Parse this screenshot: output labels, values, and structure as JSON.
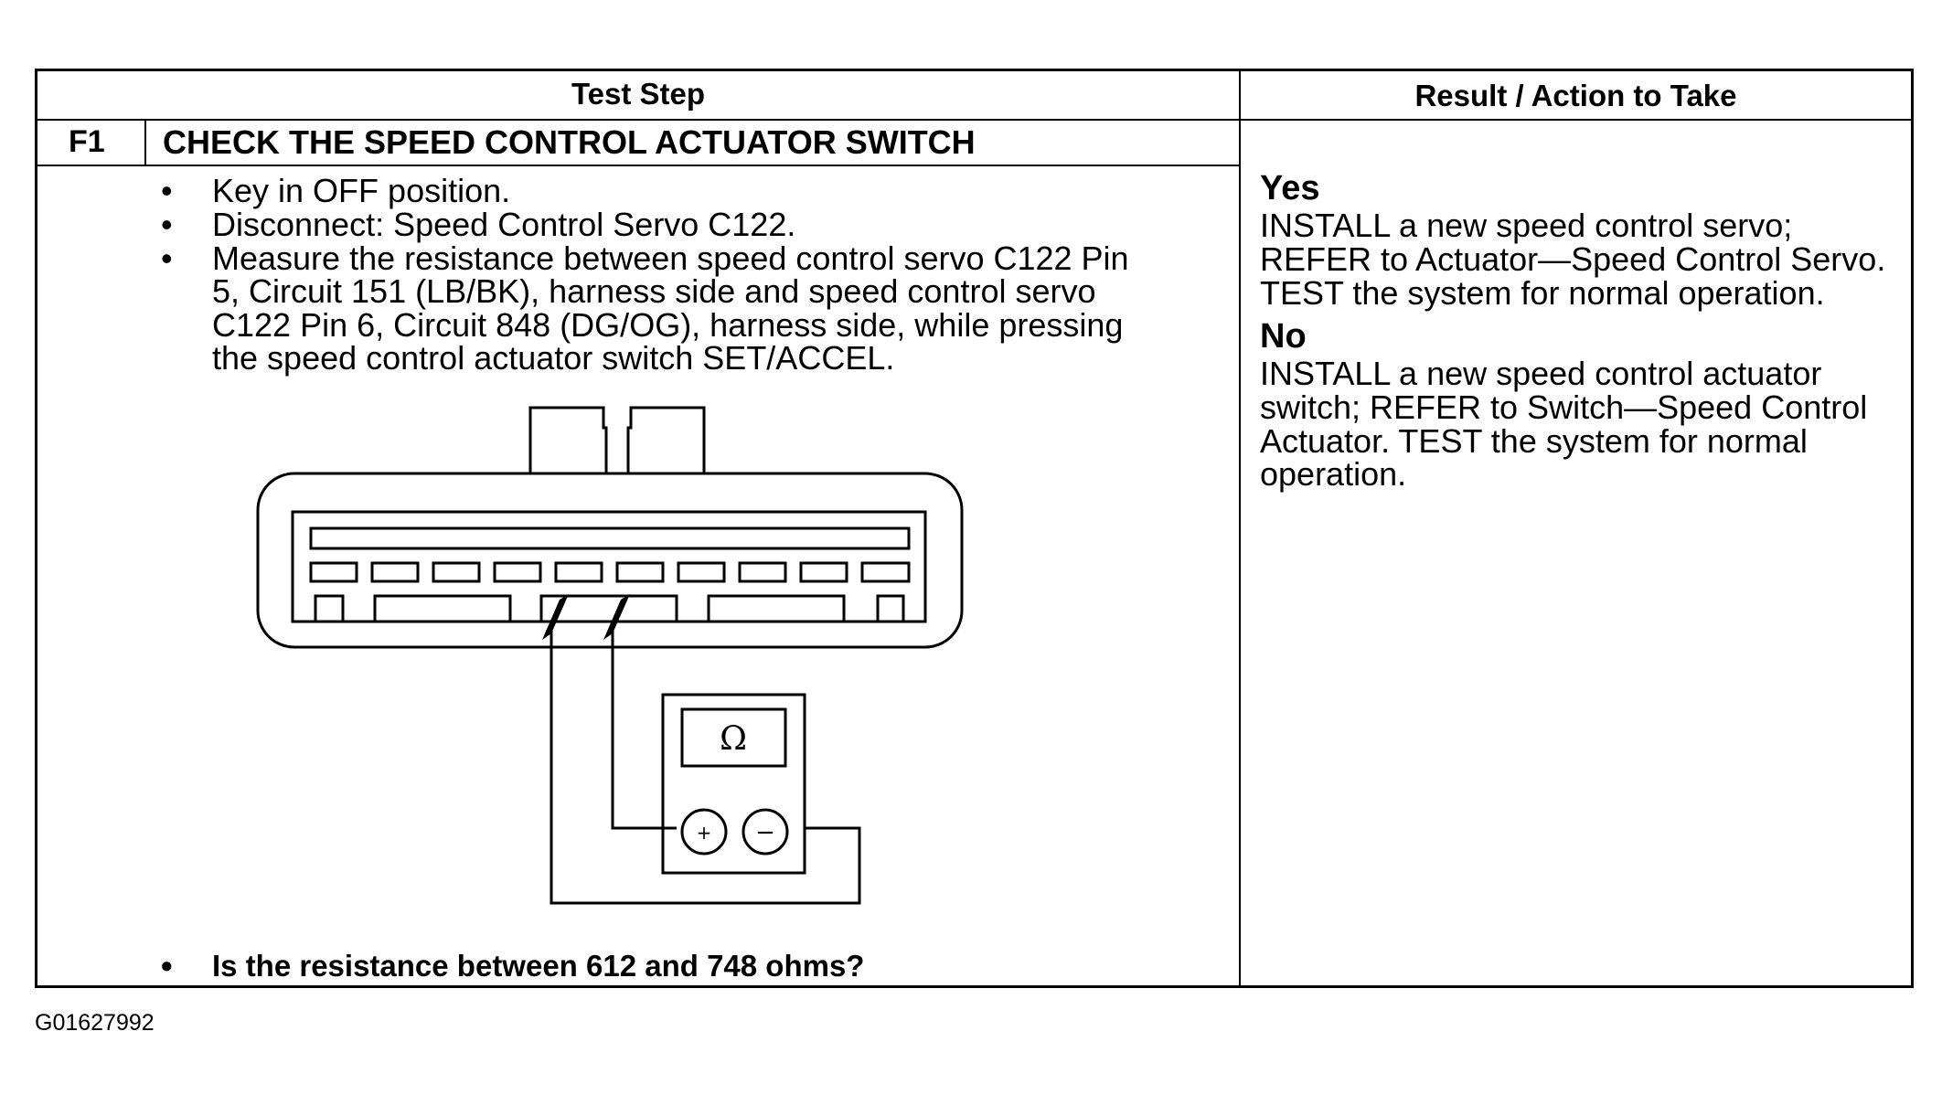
{
  "table": {
    "headers": {
      "test_step": "Test Step",
      "result_action": "Result / Action to Take"
    },
    "step_id": "F1",
    "step_title": "CHECK THE SPEED CONTROL ACTUATOR SWITCH",
    "instructions": [
      "Key in OFF position.",
      "Disconnect: Speed Control Servo C122.",
      "Measure the resistance between speed control servo C122 Pin 5, Circuit 151 (LB/BK), harness side and speed control servo C122 Pin 6, Circuit 848 (DG/OG), harness side, while pressing the speed control actuator switch SET/ACCEL."
    ],
    "instruction3_lines": [
      "Measure the resistance between speed control servo C122 Pin",
      "5, Circuit 151 (LB/BK), harness side and speed control servo",
      "C122 Pin 6, Circuit 848 (DG/OG), harness side, while pressing",
      "the speed control actuator switch SET/ACCEL."
    ],
    "question": "Is the resistance between 612 and 748 ohms?",
    "results": {
      "yes_label": "Yes",
      "yes_lines": [
        "INSTALL a new speed control servo;",
        "REFER to Actuator—Speed Control Servo.",
        "TEST the system for normal operation."
      ],
      "no_label": "No",
      "no_lines": [
        "INSTALL a new speed control actuator",
        "switch; REFER to Switch—Speed Control",
        "Actuator. TEST the system for normal",
        "operation."
      ]
    }
  },
  "diagram": {
    "meter_symbol": "Ω",
    "plus": "+",
    "minus": "−"
  },
  "figure_id": "G01627992"
}
